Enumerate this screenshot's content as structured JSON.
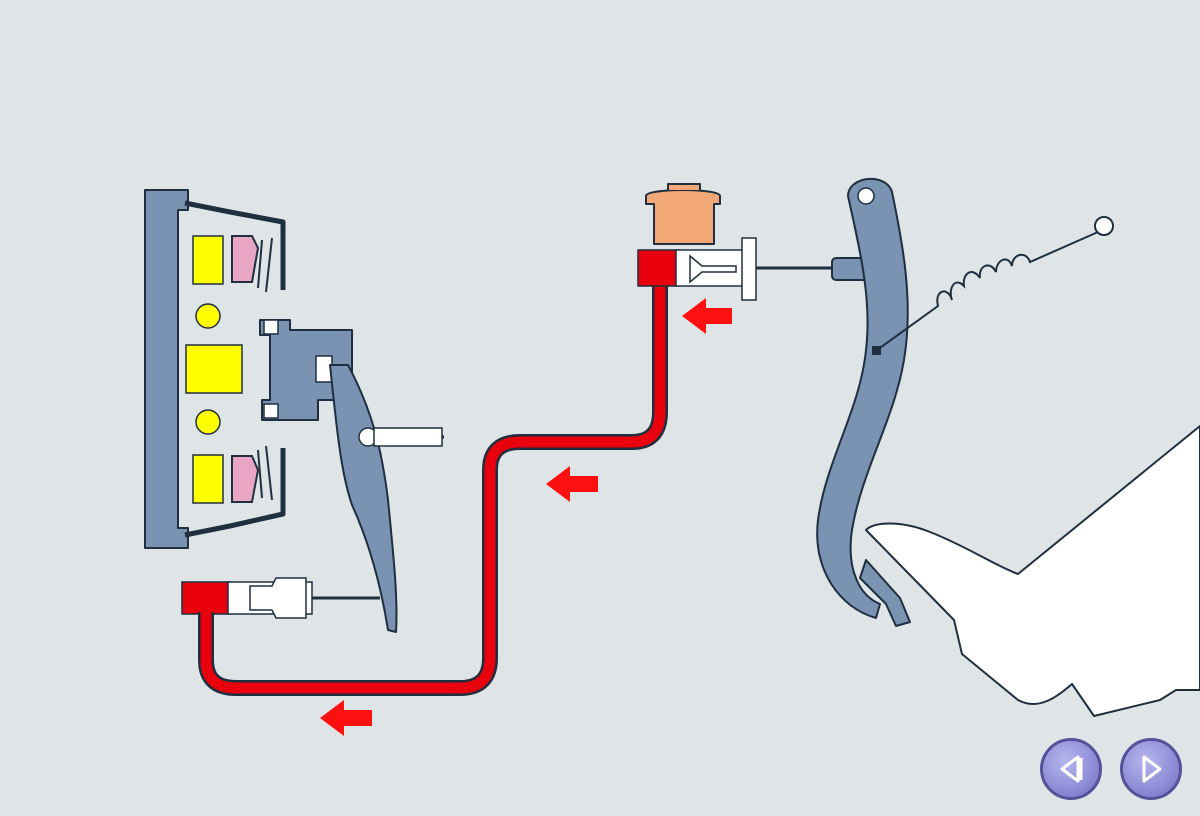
{
  "colors": {
    "background": "#dfe5e6",
    "metal": "#7a93b2",
    "outline": "#1f2f40",
    "fluid": "#e8000c",
    "arrow": "#ff1010",
    "friction_pad": "#ffff00",
    "spring_seal": "#e9a6c4",
    "reservoir_cap": "#f2a776",
    "boot": "#ffffff",
    "nav_button": "#8e8cd6"
  },
  "diagram": {
    "components": [
      "clutch-assembly",
      "release-fork",
      "slave-cylinder",
      "hydraulic-line",
      "master-cylinder",
      "fluid-reservoir",
      "clutch-pedal",
      "return-spring",
      "driver-foot"
    ],
    "flow_arrows": 3,
    "flow_direction": "left"
  },
  "navigation": {
    "prev_icon": "prev-icon",
    "next_icon": "next-icon"
  }
}
